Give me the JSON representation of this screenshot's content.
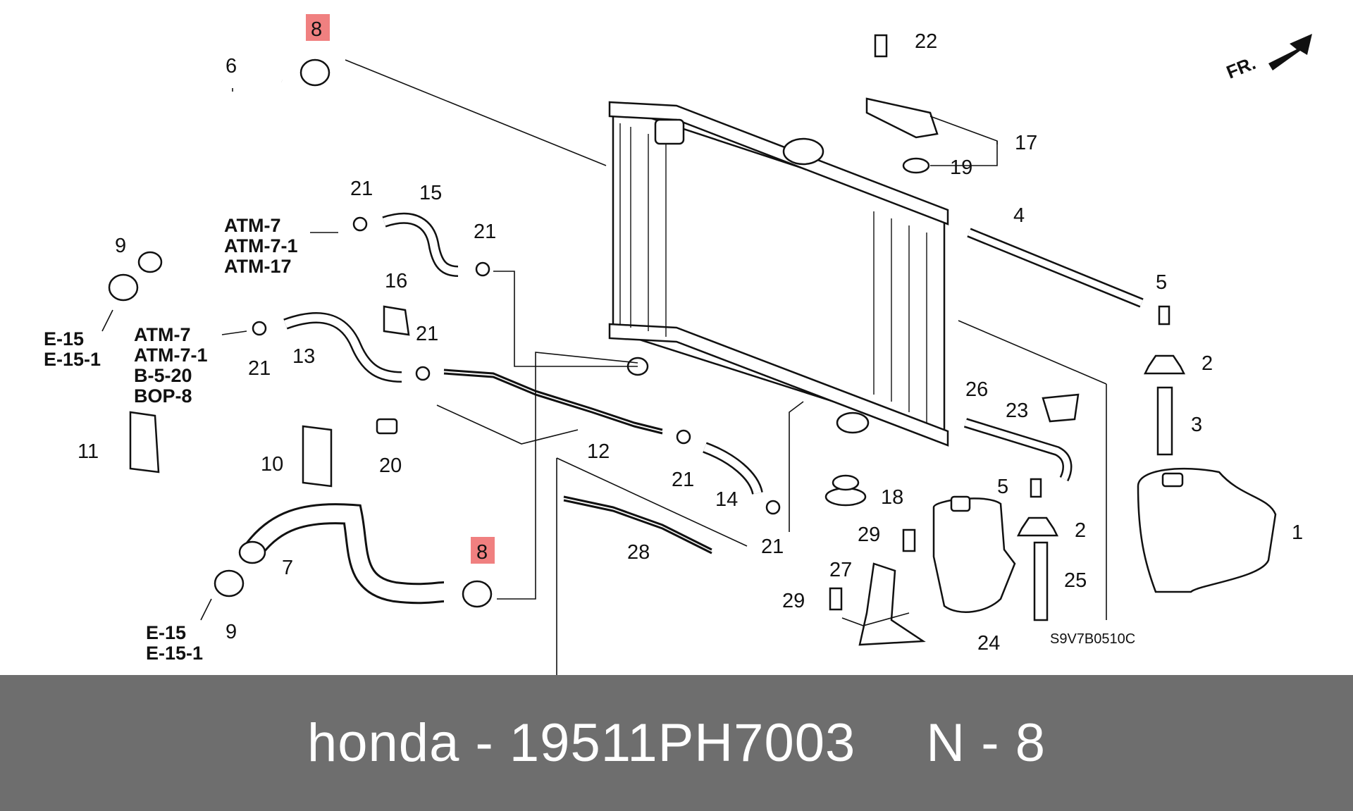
{
  "diagram": {
    "fr_label": "FR.",
    "code": "S9V7B0510C",
    "highlight_color": "#f08080",
    "part_numbers": [
      "1",
      "2",
      "2",
      "3",
      "4",
      "5",
      "5",
      "6",
      "7",
      "8",
      "8",
      "9",
      "9",
      "10",
      "11",
      "12",
      "13",
      "14",
      "15",
      "16",
      "17",
      "18",
      "19",
      "20",
      "21",
      "21",
      "21",
      "21",
      "21",
      "21",
      "22",
      "23",
      "24",
      "25",
      "26",
      "27",
      "28",
      "29",
      "29"
    ],
    "labels": {
      "p1": "1",
      "p2a": "2",
      "p2b": "2",
      "p3": "3",
      "p4": "4",
      "p5a": "5",
      "p5b": "5",
      "p6": "6",
      "p7": "7",
      "p8a": "8",
      "p8b": "8",
      "p9a": "9",
      "p9b": "9",
      "p10": "10",
      "p11": "11",
      "p12": "12",
      "p13": "13",
      "p14": "14",
      "p15": "15",
      "p16": "16",
      "p17": "17",
      "p18": "18",
      "p19": "19",
      "p20": "20",
      "p21a": "21",
      "p21b": "21",
      "p21c": "21",
      "p21d": "21",
      "p21e": "21",
      "p21f": "21",
      "p22": "22",
      "p23": "23",
      "p24": "24",
      "p25": "25",
      "p26": "26",
      "p27": "27",
      "p28": "28",
      "p29a": "29",
      "p29b": "29"
    },
    "references": {
      "group_a": [
        "ATM-7",
        "ATM-7-1",
        "ATM-17"
      ],
      "group_b": [
        "ATM-7",
        "ATM-7-1",
        "B-5-20",
        "BOP-8"
      ],
      "group_c": [
        "E-15",
        "E-15-1"
      ],
      "group_d": [
        "E-15",
        "E-15-1"
      ]
    }
  },
  "footer": {
    "brand": "honda",
    "separator": "-",
    "part_number": "19511PH7003",
    "n_label": "N",
    "n_separator": "-",
    "n_value": "8"
  }
}
